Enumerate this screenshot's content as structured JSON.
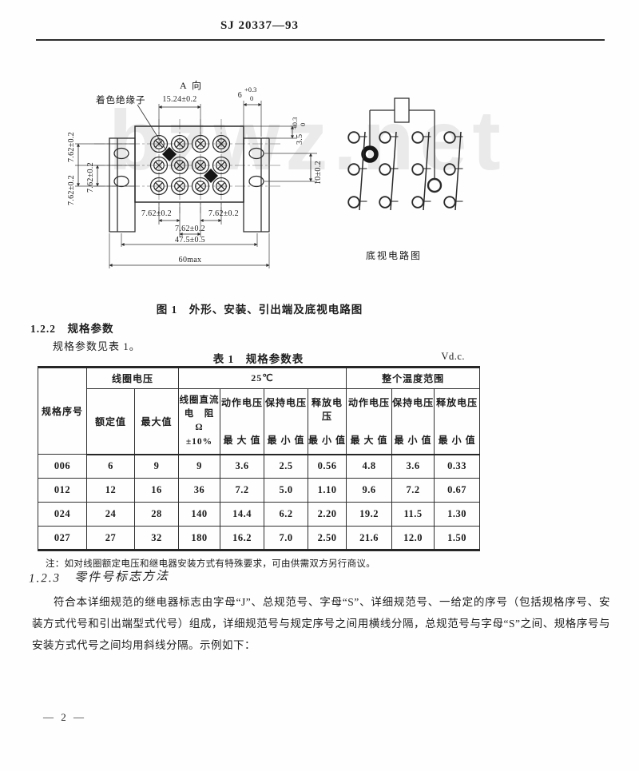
{
  "page": {
    "header": "SJ 20337—93",
    "page_number": "— 2 —",
    "watermark": "bzwz.net"
  },
  "figure": {
    "caption": "图 1　外形、安装、引出端及底视电路图",
    "view_label": "A 向",
    "insulator_label": "着色绝缘子",
    "bottom_view_label": "底视电路图",
    "dims": {
      "pitch": "15.24±0.2",
      "ear_w": "6",
      "ear_w_plus": "+0.3",
      "ear_w_zero": "0",
      "t35": "3.5",
      "t35_plus": "+0.3",
      "t35_zero": "0",
      "hole": "10±0.2",
      "row_a": "7.62±0.2",
      "row_b": "7.62±0.2",
      "row_inner": "7.62±0.2",
      "bot_l": "7.62±0.2",
      "bot_r": "7.62±0.2",
      "bot_c": "7.62±0.2",
      "span": "47.5±0.5",
      "overall": "60max"
    }
  },
  "section_122": {
    "title": "1.2.2　规格参数",
    "body": "规格参数见表 1。"
  },
  "table": {
    "title": "表 1　规格参数表",
    "unit": "Vd.c.",
    "stub": "规格序号",
    "group_coil": "线圈电压",
    "group_25": "25℃",
    "group_temp": "整个温度范围",
    "sub": {
      "rated": "额定值",
      "max": "最大值",
      "resistance": "线圈直流\n电　阻\nΩ\n±10%",
      "operate": "动作电压",
      "hold": "保持电压",
      "release": "释放电压",
      "maxv": "最 大 值",
      "minv": "最 小 值"
    },
    "rows": [
      {
        "id": "006",
        "vals": [
          "6",
          "9",
          "9",
          "3.6",
          "2.5",
          "0.56",
          "4.8",
          "3.6",
          "0.33"
        ]
      },
      {
        "id": "012",
        "vals": [
          "12",
          "16",
          "36",
          "7.2",
          "5.0",
          "1.10",
          "9.6",
          "7.2",
          "0.67"
        ]
      },
      {
        "id": "024",
        "vals": [
          "24",
          "28",
          "140",
          "14.4",
          "6.2",
          "2.20",
          "19.2",
          "11.5",
          "1.30"
        ]
      },
      {
        "id": "027",
        "vals": [
          "27",
          "32",
          "180",
          "16.2",
          "7.0",
          "2.50",
          "21.6",
          "12.0",
          "1.50"
        ]
      }
    ]
  },
  "note": "注：如对线圈额定电压和继电器安装方式有特殊要求，可由供需双方另行商议。",
  "section_123": {
    "title": "1.2.3　零件号标志方法",
    "body": "符合本详细规范的继电器标志由字母“J”、总规范号、字母“S”、详细规范号、一给定的序号（包括规格序号、安装方式代号和引出端型式代号）组成，详细规范号与规定序号之间用横线分隔，总规范号与字母“S”之间、规格序号与安装方式代号之间均用斜线分隔。示例如下："
  }
}
